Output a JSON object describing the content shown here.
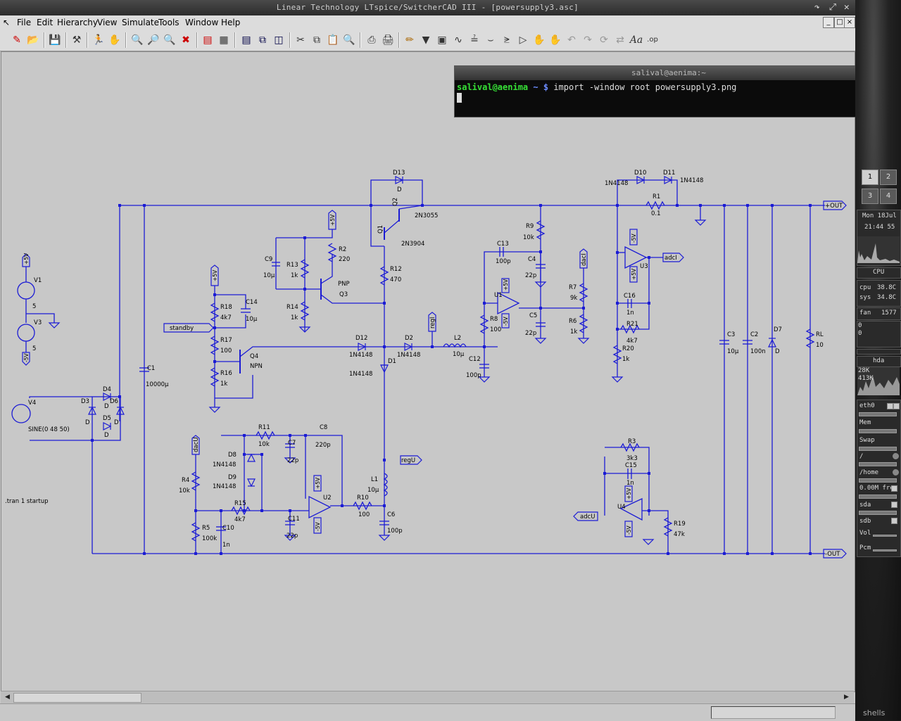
{
  "window": {
    "title": "Linear Technology LTspice/SwitcherCAD III - [powersupply3.asc]"
  },
  "menu": [
    "File",
    "Edit",
    "Hierarchy",
    "View",
    "Simulate",
    "Tools",
    "Window",
    "Help"
  ],
  "toolbar_icons": [
    "new-schematic-icon",
    "open-icon",
    "save-icon",
    "control-panel-icon",
    "run-icon",
    "halt-icon",
    "zoom-in-icon",
    "zoom-area-icon",
    "zoom-out-icon",
    "zoom-cancel-icon",
    "autorange-icon",
    "panel-icon",
    "tile-horizontal-icon",
    "cascade-icon",
    "tile-vertical-icon",
    "cut-icon",
    "copy-icon",
    "paste-icon",
    "find-icon",
    "print-setup-icon",
    "print-icon",
    "draw-wire-icon",
    "ground-icon",
    "label-net-icon",
    "resistor-icon",
    "capacitor-icon",
    "inductor-icon",
    "diode-icon",
    "component-icon",
    "move-icon",
    "drag-icon",
    "undo-icon",
    "redo-icon",
    "rotate-icon",
    "mirror-icon",
    "text-icon",
    "spice-directive-icon"
  ],
  "terminal": {
    "title": "salival@aenima:~",
    "user": "salival@aenima",
    "path": "~ $",
    "command": "import -window root powersupply3.png"
  },
  "dock": {
    "workspaces": [
      "1",
      "2",
      "3",
      "4"
    ],
    "date": "Mon 18Jul",
    "time": "21:44 55",
    "cpu_label": "CPU",
    "cpu_temp": "38.8C",
    "sys_temp": "34.8C",
    "cpu_row": "cpu",
    "sys_row": "sys",
    "fan_label": "fan",
    "fan_value": "1577",
    "zeros": [
      "0",
      "0"
    ],
    "hda_label": "hda",
    "hda_stats": [
      "28K",
      "413K"
    ],
    "eth": "eth0",
    "mem": "Mem",
    "swap": "Swap",
    "root": "/",
    "home": "/home",
    "free": "0.00M fre",
    "sda": "sda",
    "sdb": "sdb",
    "vol": "Vol",
    "pcm": "Pcm",
    "shells": "shells"
  },
  "schematic": {
    "directive": ".tran 1 startup",
    "labels": {
      "V1": "V1",
      "V1_val": "5",
      "V3": "V3",
      "V3_val": "5",
      "V4": "V4",
      "V4_val": "SINE(0 48 50)",
      "D3": "D3",
      "D3_val": "D",
      "D4": "D4",
      "D4_val": "D",
      "D5": "D5",
      "D5_val": "D",
      "D6": "D6",
      "D6_val": "D",
      "C1": "C1",
      "C1_val": "10000μ",
      "R18": "R18",
      "R18_val": "4k7",
      "C14": "C14",
      "C14_val": "10μ",
      "standby": "standby",
      "R17": "R17",
      "R17_val": "100",
      "R16": "R16",
      "R16_val": "1k",
      "Q4": "Q4",
      "Q4_val": "NPN",
      "C9": "C9",
      "C9_val": "10μ",
      "R13": "R13",
      "R13_val": "1k",
      "R14": "R14",
      "R14_val": "1k",
      "R2": "R2",
      "R2_val": "220",
      "Q3_type": "PNP",
      "Q3": "Q3",
      "D13": "D13",
      "D13_val": "D",
      "Q1": "Q1",
      "Q2": "Q2",
      "Q2_val": "2N3055",
      "Q1_val": "2N3904",
      "R12": "R12",
      "R12_val": "470",
      "D12": "D12",
      "D12_val": "1N4148",
      "D2": "D2",
      "D2_val": "1N4148",
      "D1": "D1",
      "D1_val": "1N4148",
      "regI": "regI",
      "L2": "L2",
      "L2_val": "10μ",
      "C12": "C12",
      "C12_val": "100p",
      "C13": "C13",
      "C13_val": "100p",
      "R9": "R9",
      "R9_val": "10k",
      "C4": "C4",
      "C4_val": "22p",
      "U1": "U1",
      "R8": "R8",
      "R8_val": "100",
      "C5": "C5",
      "C5_val": "22p",
      "dacI": "dacI",
      "R7": "R7",
      "R7_val": "9k",
      "R6": "R6",
      "R6_val": "1k",
      "D10": "D10",
      "D10_val": "1N4148",
      "D11": "D11",
      "D11_val": "1N4148",
      "R1": "R1",
      "R1_val": "0.1",
      "OUTP": "+OUT",
      "OUTN": "-OUT",
      "U3": "U3",
      "adcI": "adcI",
      "C16": "C16",
      "C16_val": "1n",
      "R21": "R21",
      "R21_val": "4k7",
      "R20": "R20",
      "R20_val": "1k",
      "C3": "C3",
      "C3_val": "10μ",
      "C2": "C2",
      "C2_val": "100n",
      "D7": "D7",
      "D7_val": "D",
      "RL": "RL",
      "RL_val": "10",
      "R11": "R11",
      "R11_val": "10k",
      "C8": "C8",
      "C8_val": "220p",
      "C7": "C7",
      "C7_val": "22p",
      "dacU": "dacU",
      "D8": "D8",
      "D8_val": "1N4148",
      "D9": "D9",
      "D9_val": "1N4148",
      "R4": "R4",
      "R4_val": "10k",
      "R15": "R15",
      "R15_val": "4k7",
      "U2": "U2",
      "R10": "R10",
      "R10_val": "100",
      "C11": "C11",
      "C11_val": "22p",
      "R5": "R5",
      "R5_val": "100k",
      "C10": "C10",
      "C10_val": "1n",
      "regU": "regU",
      "L1": "L1",
      "L1_val": "10μ",
      "C6": "C6",
      "C6_val": "100p",
      "R3": "R3",
      "R3_val": "3k3",
      "C15": "C15",
      "C15_val": "1n",
      "U4": "U4",
      "adcU": "adcU",
      "R19": "R19",
      "R19_val": "47k",
      "p5V": "+5V",
      "m5V": "-5V"
    }
  }
}
